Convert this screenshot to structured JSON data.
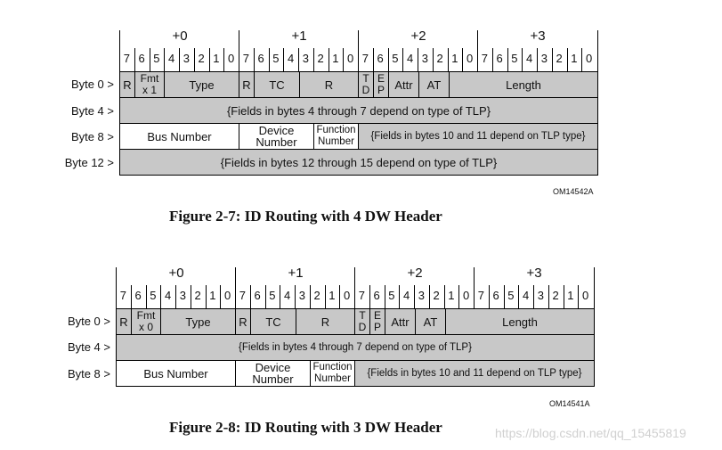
{
  "byte_headers": [
    "+0",
    "+1",
    "+2",
    "+3"
  ],
  "bit_labels": [
    "7",
    "6",
    "5",
    "4",
    "3",
    "2",
    "1",
    "0"
  ],
  "figure1": {
    "rows": [
      "Byte 0 >",
      "Byte 4 >",
      "Byte 8 >",
      "Byte 12 >"
    ],
    "row0": {
      "r1": "R",
      "fmt_top": "Fmt",
      "fmt_bottom": "x  1",
      "type": "Type",
      "r2": "R",
      "tc": "TC",
      "r3": "R",
      "td_t": "T",
      "td_d": "D",
      "ep_e": "E",
      "ep_p": "P",
      "attr": "Attr",
      "at": "AT",
      "length": "Length"
    },
    "row1": "{Fields in bytes 4 through 7 depend on type of TLP}",
    "row2": {
      "bus": "Bus Number",
      "dev_top": "Device",
      "dev_bottom": "Number",
      "func_top": "Function",
      "func_bottom": "Number",
      "rest": "{Fields in bytes 10 and 11 depend on TLP type}"
    },
    "row3": "{Fields in bytes 12 through 15 depend on type of TLP}",
    "code": "OM14542A",
    "caption": "Figure 2-7:  ID Routing with 4 DW Header"
  },
  "figure2": {
    "rows": [
      "Byte 0 >",
      "Byte 4 >",
      "Byte 8 >"
    ],
    "row0": {
      "r1": "R",
      "fmt_top": "Fmt",
      "fmt_bottom": "x  0",
      "type": "Type",
      "r2": "R",
      "tc": "TC",
      "r3": "R",
      "td_t": "T",
      "td_d": "D",
      "ep_e": "E",
      "ep_p": "P",
      "attr": "Attr",
      "at": "AT",
      "length": "Length"
    },
    "row1": "{Fields in bytes 4 through 7 depend on type of TLP}",
    "row2": {
      "bus": "Bus Number",
      "dev_top": "Device",
      "dev_bottom": "Number",
      "func_top": "Function",
      "func_bottom": "Number",
      "rest": "{Fields in bytes 10 and 11 depend on TLP type}"
    },
    "code": "OM14541A",
    "caption": "Figure 2-8:  ID Routing with 3 DW Header"
  },
  "watermark": "https://blog.csdn.net/qq_15455819"
}
